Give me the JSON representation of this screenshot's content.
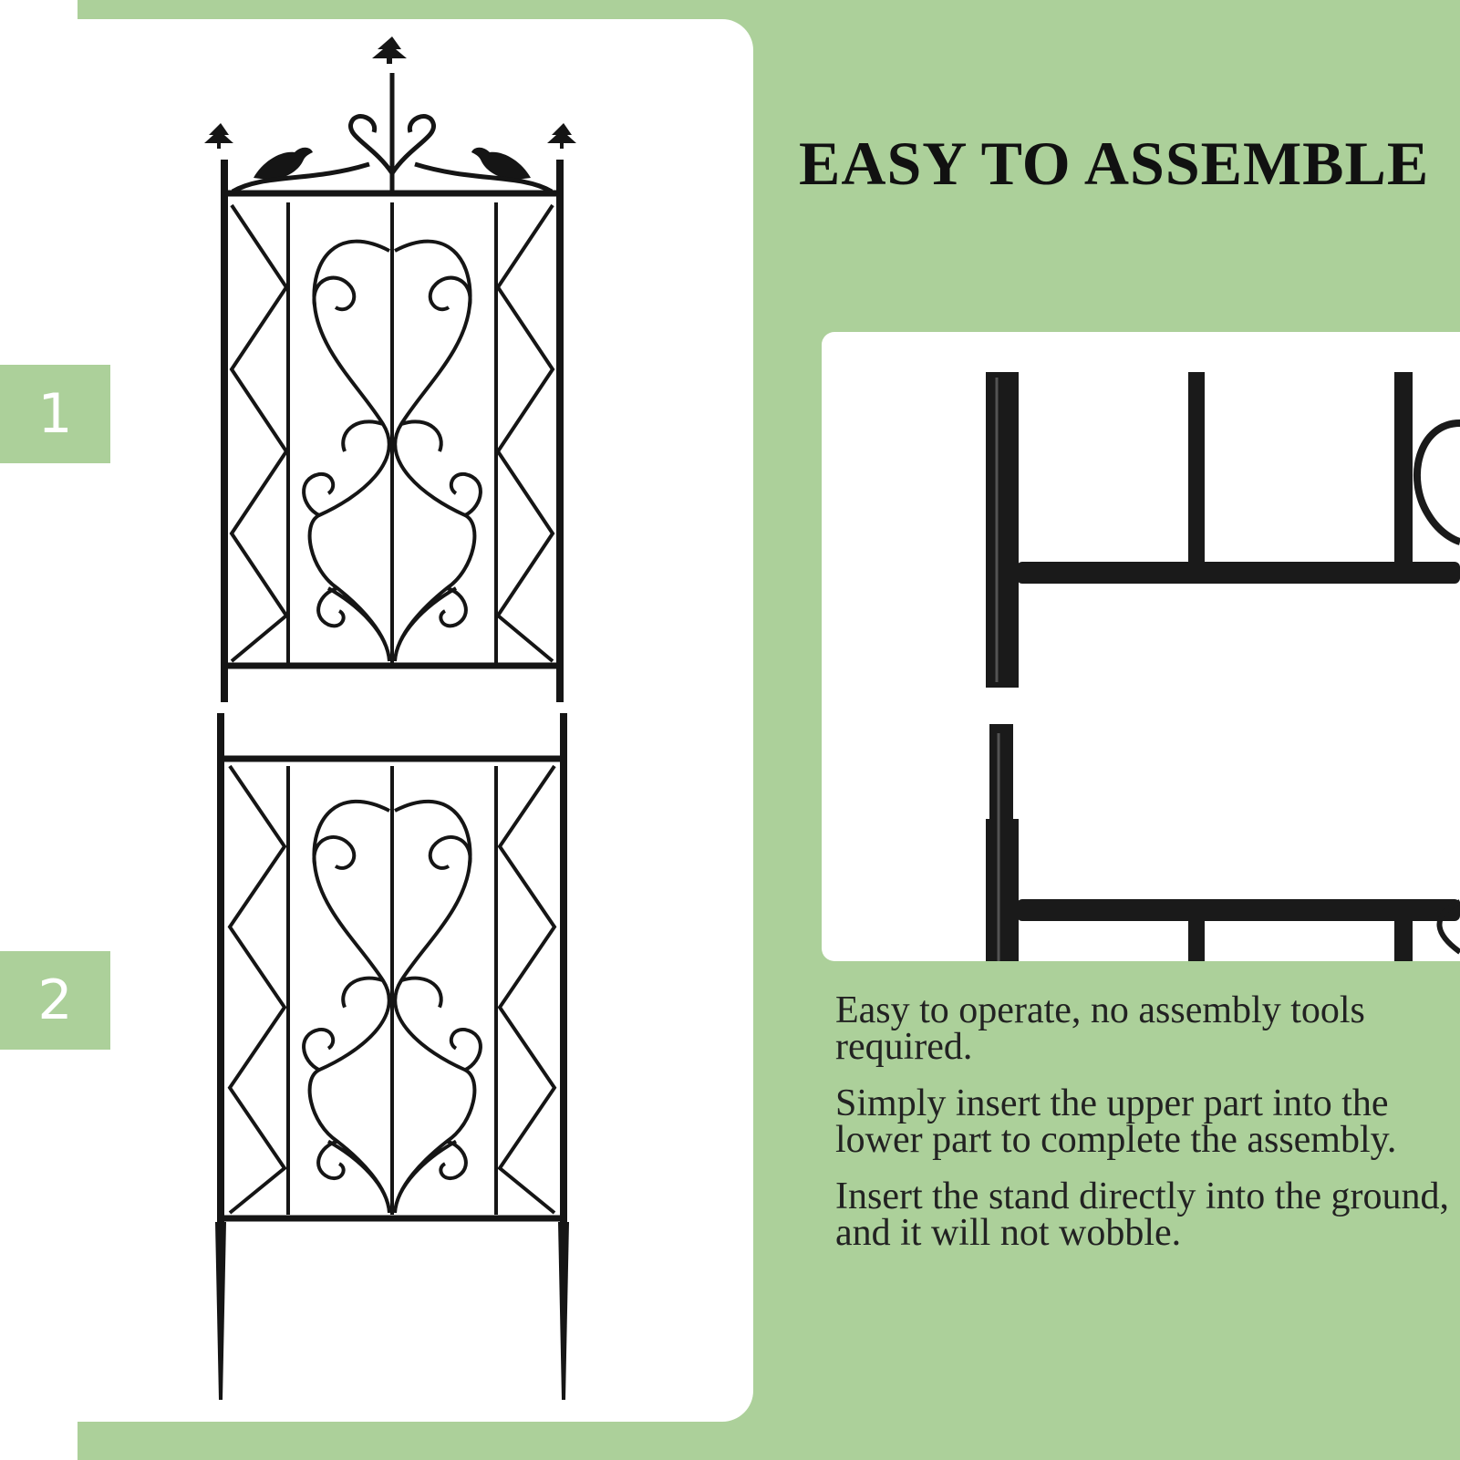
{
  "headline": "EASY TO ASSEMBLE",
  "steps": [
    "1",
    "2"
  ],
  "description": [
    "Easy to operate, no assembly tools required.",
    "Simply insert the upper part into the lower part to complete the assembly.",
    "Insert the stand directly into the ground, and it will not wobble."
  ],
  "colors": {
    "green": "#acd09a",
    "white": "#ffffff",
    "metal": "#151515",
    "text": "#111111"
  },
  "icons": [
    "garden-trellis-image",
    "joint-closeup-image"
  ]
}
